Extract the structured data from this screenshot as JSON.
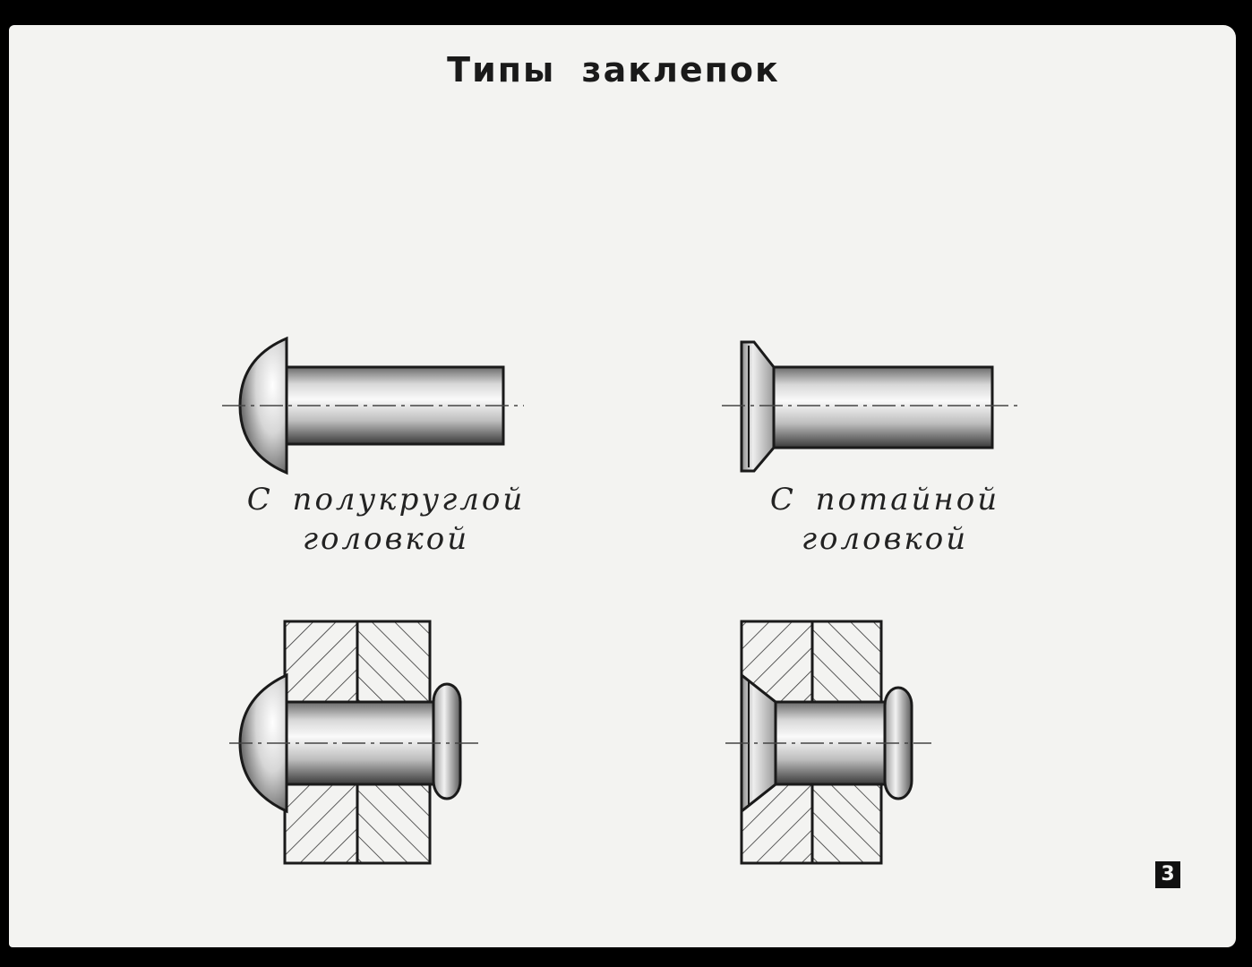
{
  "title": "Типы заклепок",
  "captions": {
    "left": {
      "line1": "С полукруглой",
      "line2": "головкой"
    },
    "right": {
      "line1": "С потайной",
      "line2": "головкой"
    }
  },
  "slide_number": "3"
}
